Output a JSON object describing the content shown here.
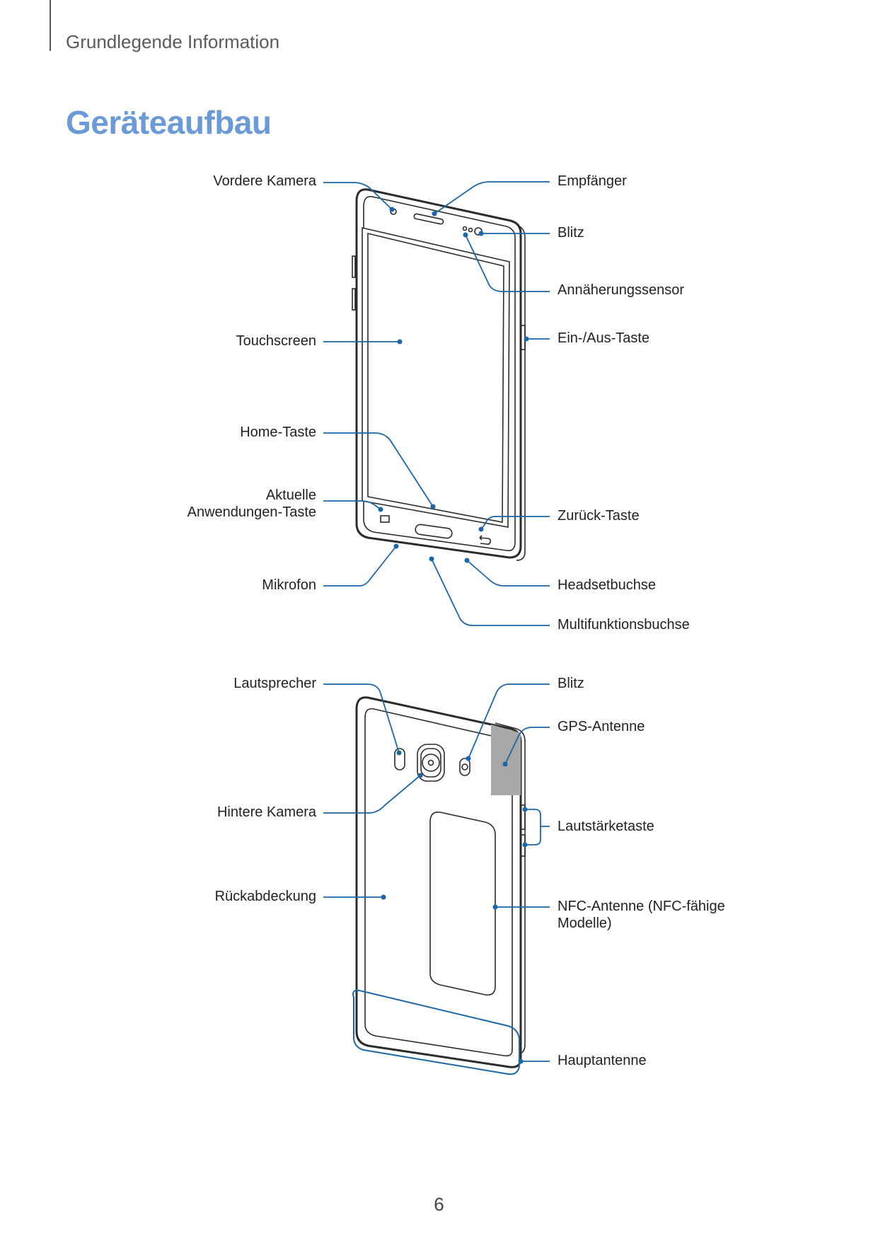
{
  "header": {
    "section": "Grundlegende Information"
  },
  "title": "Geräteaufbau",
  "front": {
    "vordere_kamera": "Vordere Kamera",
    "empfaenger": "Empfänger",
    "blitz": "Blitz",
    "annaeherungssensor": "Annäherungssensor",
    "touchscreen": "Touchscreen",
    "ein_aus_taste": "Ein-/Aus-Taste",
    "home_taste": "Home-Taste",
    "aktuelle_line1": "Aktuelle",
    "aktuelle_line2": "Anwendungen-Taste",
    "zurueck_taste": "Zurück-Taste",
    "mikrofon": "Mikrofon",
    "headsetbuchse": "Headsetbuchse",
    "multifunktionsbuchse": "Multifunktionsbuchse"
  },
  "back": {
    "lautsprecher": "Lautsprecher",
    "blitz": "Blitz",
    "gps_antenne": "GPS-Antenne",
    "hintere_kamera": "Hintere Kamera",
    "lautstaerketaste": "Lautstärketaste",
    "rueckabdeckung": "Rückabdeckung",
    "nfc_line1": "NFC-Antenne (NFC-fähige",
    "nfc_line2": "Modelle)",
    "hauptantenne": "Hauptantenne"
  },
  "page_number": "6",
  "colors": {
    "heading": "#6a9bd8",
    "leader": "#1a66a8",
    "gps_area": "#a8a8a8"
  }
}
